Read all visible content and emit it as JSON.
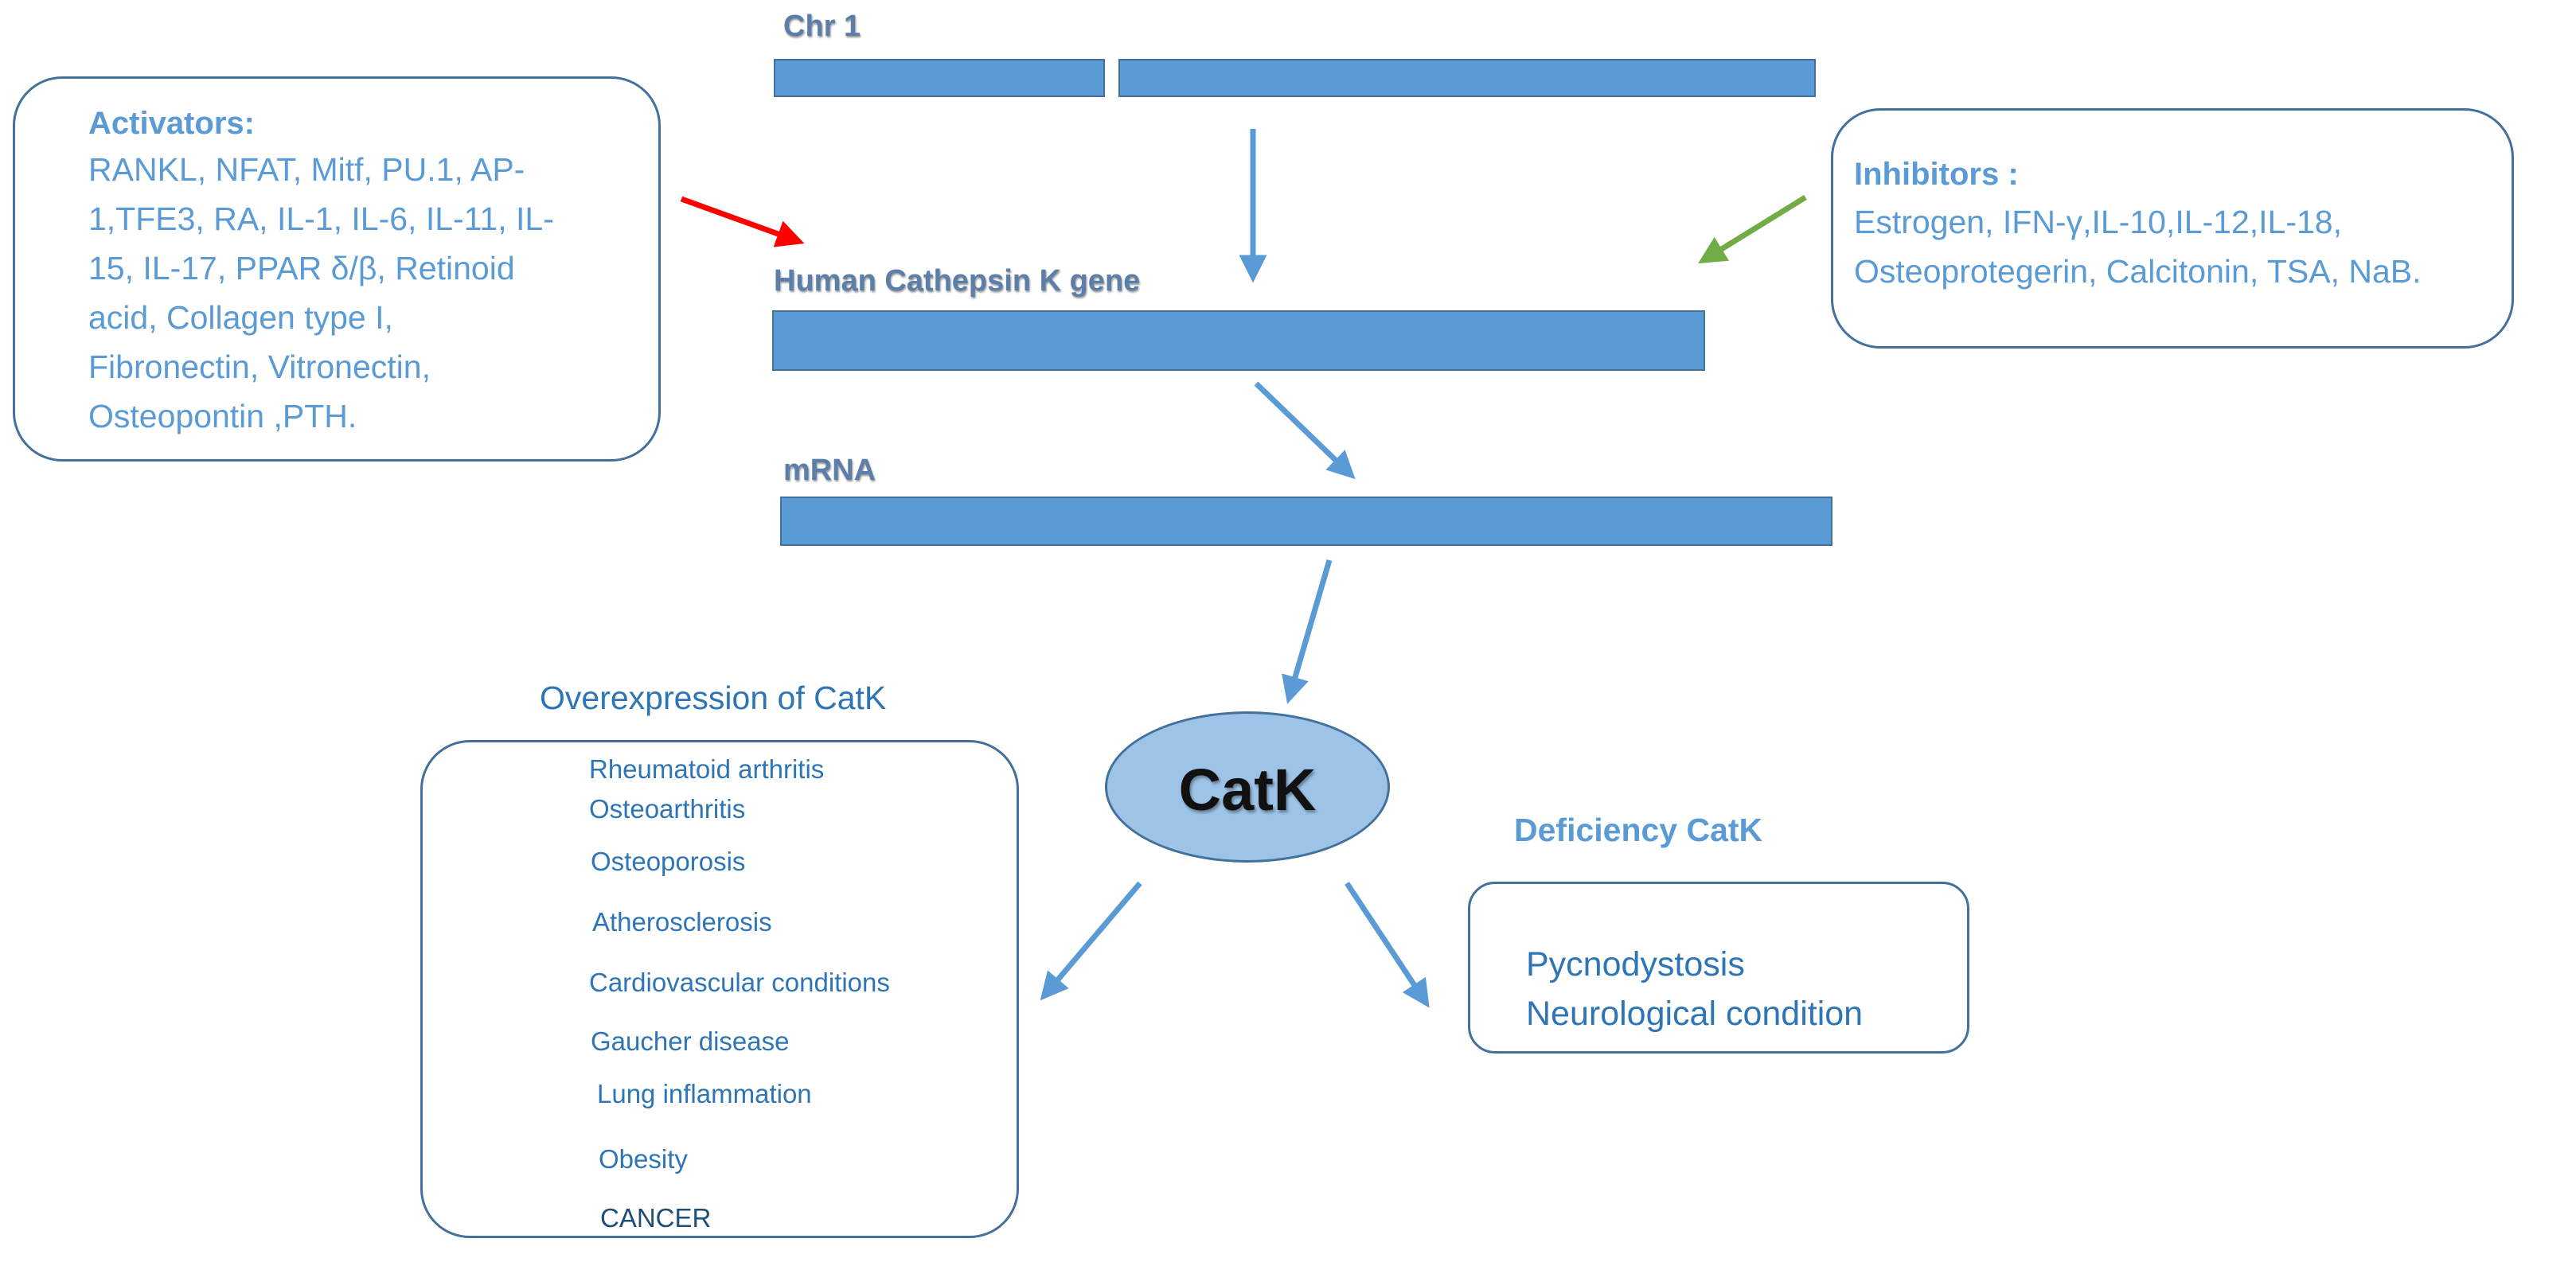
{
  "chromosome": {
    "label": "Chr 1"
  },
  "gene": {
    "label": "Human Cathepsin K gene"
  },
  "mrna": {
    "label": "mRNA"
  },
  "protein": {
    "label": "CatK"
  },
  "activators": {
    "title": "Activators:",
    "lines": [
      "RANKL, NFAT, Mitf, PU.1, AP-",
      "1,TFE3, RA, IL-1, IL-6, IL-11, IL-",
      "15, IL-17, PPAR  δ/β, Retinoid",
      "acid, Collagen type I,",
      "Fibronectin,  Vitronectin,",
      "Osteopontin ,PTH."
    ]
  },
  "inhibitors": {
    "title": "Inhibitors :",
    "lines": [
      "Estrogen, IFN-γ,IL-10,IL-12,IL-18,",
      "Osteoprotegerin, Calcitonin, TSA, NaB."
    ]
  },
  "overexpression": {
    "heading": "Overexpression of CatK",
    "items": [
      "Rheumatoid arthritis",
      "Osteoarthritis",
      "Osteoporosis",
      "Atherosclerosis",
      "Cardiovascular conditions",
      "Gaucher disease",
      "Lung inflammation",
      "Obesity",
      "CANCER"
    ]
  },
  "deficiency": {
    "heading": "Deficiency CatK",
    "items": [
      "Pycnodystosis",
      "Neurological condition"
    ]
  },
  "colors": {
    "bar_fill": "#5b9bd5",
    "bar_border": "#41719c",
    "ellipse_fill": "#9dc3e6",
    "arrow_blue": "#5b9bd5",
    "arrow_activator": "#ff0000",
    "arrow_inhibitor": "#70ad47",
    "text_blue": "#2e75b6"
  }
}
